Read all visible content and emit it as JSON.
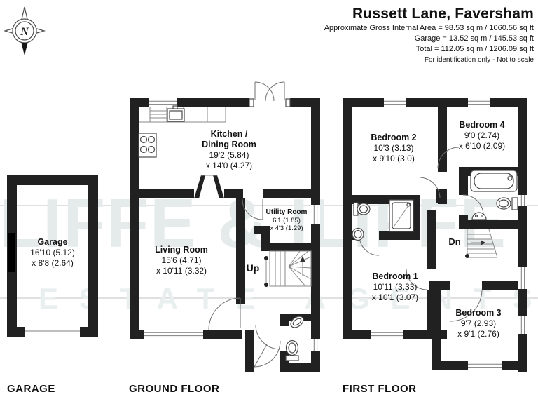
{
  "header": {
    "title": "Russett Lane, Faversham",
    "area_line": "Approximate Gross Internal Area = 98.53 sq m / 1060.56 sq ft",
    "garage_line": "Garage = 13.52 sq m / 145.53 sq ft",
    "total_line": "Total = 112.05 sq m / 1206.09 sq ft",
    "disclaimer": "For identification only - Not to scale"
  },
  "compass": {
    "north_label": "N"
  },
  "watermark": {
    "line1": "ILIFFE & ILIFFE",
    "line2": "ESTATE AGENTS"
  },
  "sections": {
    "garage_label": "GARAGE",
    "ground_label": "GROUND FLOOR",
    "first_label": "FIRST FLOOR"
  },
  "rooms": {
    "garage": {
      "name": "Garage",
      "dim1": "16'10 (5.12)",
      "dim2": "x 8'8 (2.64)"
    },
    "kitchen": {
      "name_line1": "Kitchen /",
      "name_line2": "Dining Room",
      "dim1": "19'2 (5.84)",
      "dim2": "x 14'0 (4.27)"
    },
    "living": {
      "name": "Living Room",
      "dim1": "15'6 (4.71)",
      "dim2": "x 10'11 (3.32)"
    },
    "utility": {
      "name": "Utility Room",
      "dim1": "6'1 (1.85)",
      "dim2": "x 4'3 (1.29)"
    },
    "bedroom1": {
      "name": "Bedroom 1",
      "dim1": "10'11 (3.33)",
      "dim2": "x 10'1 (3.07)"
    },
    "bedroom2": {
      "name": "Bedroom 2",
      "dim1": "10'3 (3.13)",
      "dim2": "x 9'10 (3.0)"
    },
    "bedroom3": {
      "name": "Bedroom 3",
      "dim1": "9'7 (2.93)",
      "dim2": "x 9'1 (2.76)"
    },
    "bedroom4": {
      "name": "Bedroom 4",
      "dim1": "9'0 (2.74)",
      "dim2": "x 6'10 (2.09)"
    }
  },
  "stairs": {
    "up_label": "Up",
    "down_label": "Dn"
  },
  "colors": {
    "wall": "#212121",
    "watermark": "#e5ebeb",
    "text": "#111111"
  }
}
